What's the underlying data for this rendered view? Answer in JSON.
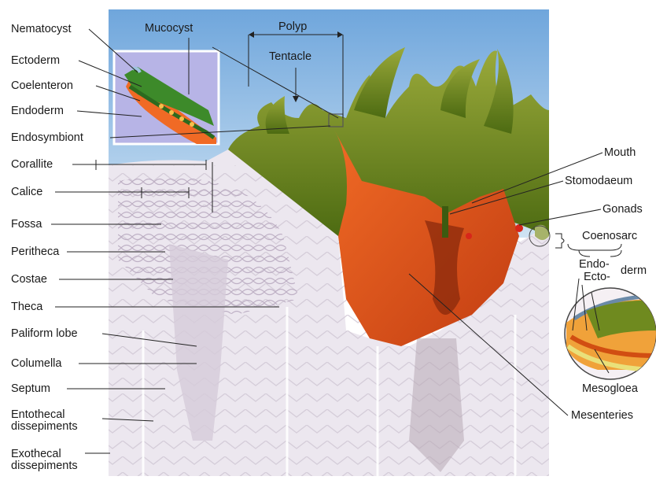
{
  "labels_left": [
    "Nematocyst",
    "Ectoderm",
    "Coelenteron",
    "Endoderm",
    "Endosymbiont",
    "Corallite",
    "Calice",
    "Fossa",
    "Peritheca",
    "Costae",
    "Theca",
    "Paliform lobe",
    "Columella",
    "Septum"
  ],
  "entothecal": [
    "Entothecal",
    "dissepiments"
  ],
  "exothecal": [
    "Exothecal",
    "dissepiments"
  ],
  "labels_top": {
    "mucocyst": "Mucocyst",
    "polyp": "Polyp",
    "tentacle": "Tentacle"
  },
  "labels_right": {
    "mouth": "Mouth",
    "stomodaeum": "Stomodaeum",
    "gonads": "Gonads",
    "coenosarc": "Coenosarc",
    "endo": "Endo-",
    "ecto": "Ecto-",
    "derm": "derm",
    "mesogloea": "Mesogloea",
    "mesenteries": "Mesenteries"
  },
  "colors": {
    "sky": "#7fb0e0",
    "skeleton": "#ece6ef",
    "ridge": "#c9bccf",
    "tissue_green": "#6f8a1f",
    "tissue_orange": "#e0501c",
    "inset_bg": "#b7b4e6"
  }
}
